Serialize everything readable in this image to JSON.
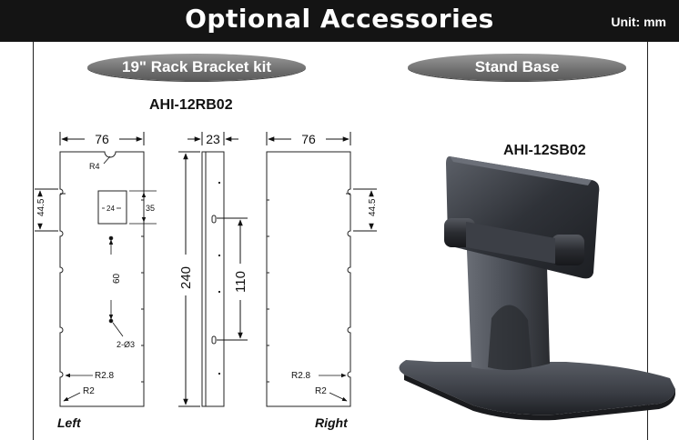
{
  "header": {
    "title": "Optional Accessories",
    "unit": "Unit: mm"
  },
  "sections": {
    "rack": {
      "label": "19\" Rack Bracket kit",
      "model": "AHI-12RB02"
    },
    "stand": {
      "label": "Stand Base",
      "model": "AHI-12SB02"
    }
  },
  "drawing": {
    "left_width": "76",
    "side_width": "23",
    "right_width": "76",
    "r4": "R4",
    "hole_pitch_left": "44.5",
    "hole_pitch_right": "44.5",
    "cutout_width": "24",
    "cutout_height": "35",
    "hole_spacing": "60",
    "holes": "2-Ø3",
    "height": "240",
    "side_hole_spacing": "110",
    "r28_left": "R2.8",
    "r2_left": "R2",
    "r28_right": "R2.8",
    "r2_right": "R2",
    "left_label": "Left",
    "right_label": "Right"
  },
  "colors": {
    "header_bg": "#141414",
    "pill": "#7a7a7a",
    "stand_dark": "#3a3d44"
  }
}
